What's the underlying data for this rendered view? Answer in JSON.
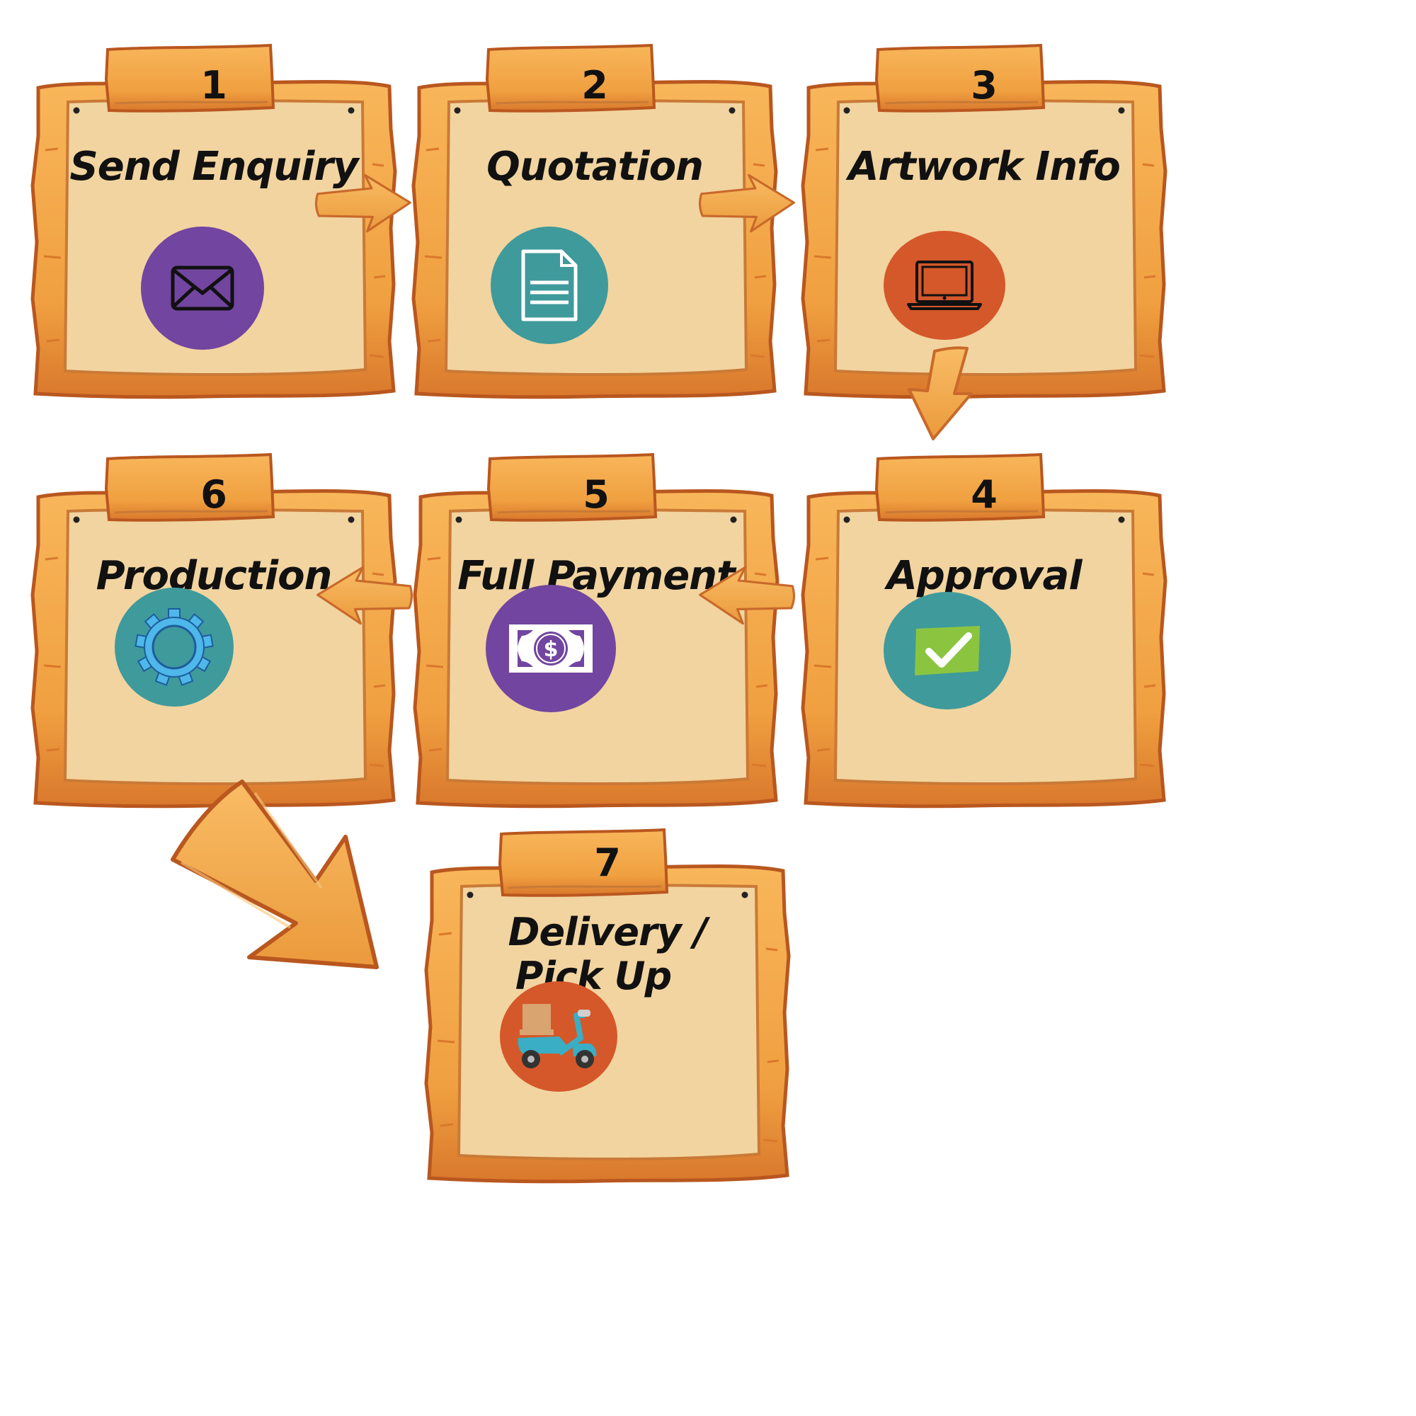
{
  "colors": {
    "wood": "#f3a54a",
    "wood_dark": "#d9782c",
    "wood_edge": "#b9571f",
    "paper": "#f2d4a0",
    "purple": "#7245a0",
    "teal": "#3f9a9c",
    "orange_red": "#d4582a"
  },
  "steps": [
    {
      "number": "1",
      "title": "Send Enquiry",
      "icon": "envelope-icon",
      "color": "#7245a0"
    },
    {
      "number": "2",
      "title": "Quotation",
      "icon": "document-icon",
      "color": "#3f9a9c"
    },
    {
      "number": "3",
      "title": "Artwork Info",
      "icon": "laptop-icon",
      "color": "#d4582a"
    },
    {
      "number": "4",
      "title": "Approval",
      "icon": "checkmark-icon",
      "color": "#3f9a9c"
    },
    {
      "number": "5",
      "title": "Full Payment",
      "icon": "money-icon",
      "color": "#7245a0"
    },
    {
      "number": "6",
      "title": "Production",
      "icon": "gear-icon",
      "color": "#3f9a9c"
    },
    {
      "number": "7",
      "title_line1": "Delivery /",
      "title_line2": "Pick Up",
      "icon": "scooter-icon",
      "color": "#d4582a"
    }
  ]
}
